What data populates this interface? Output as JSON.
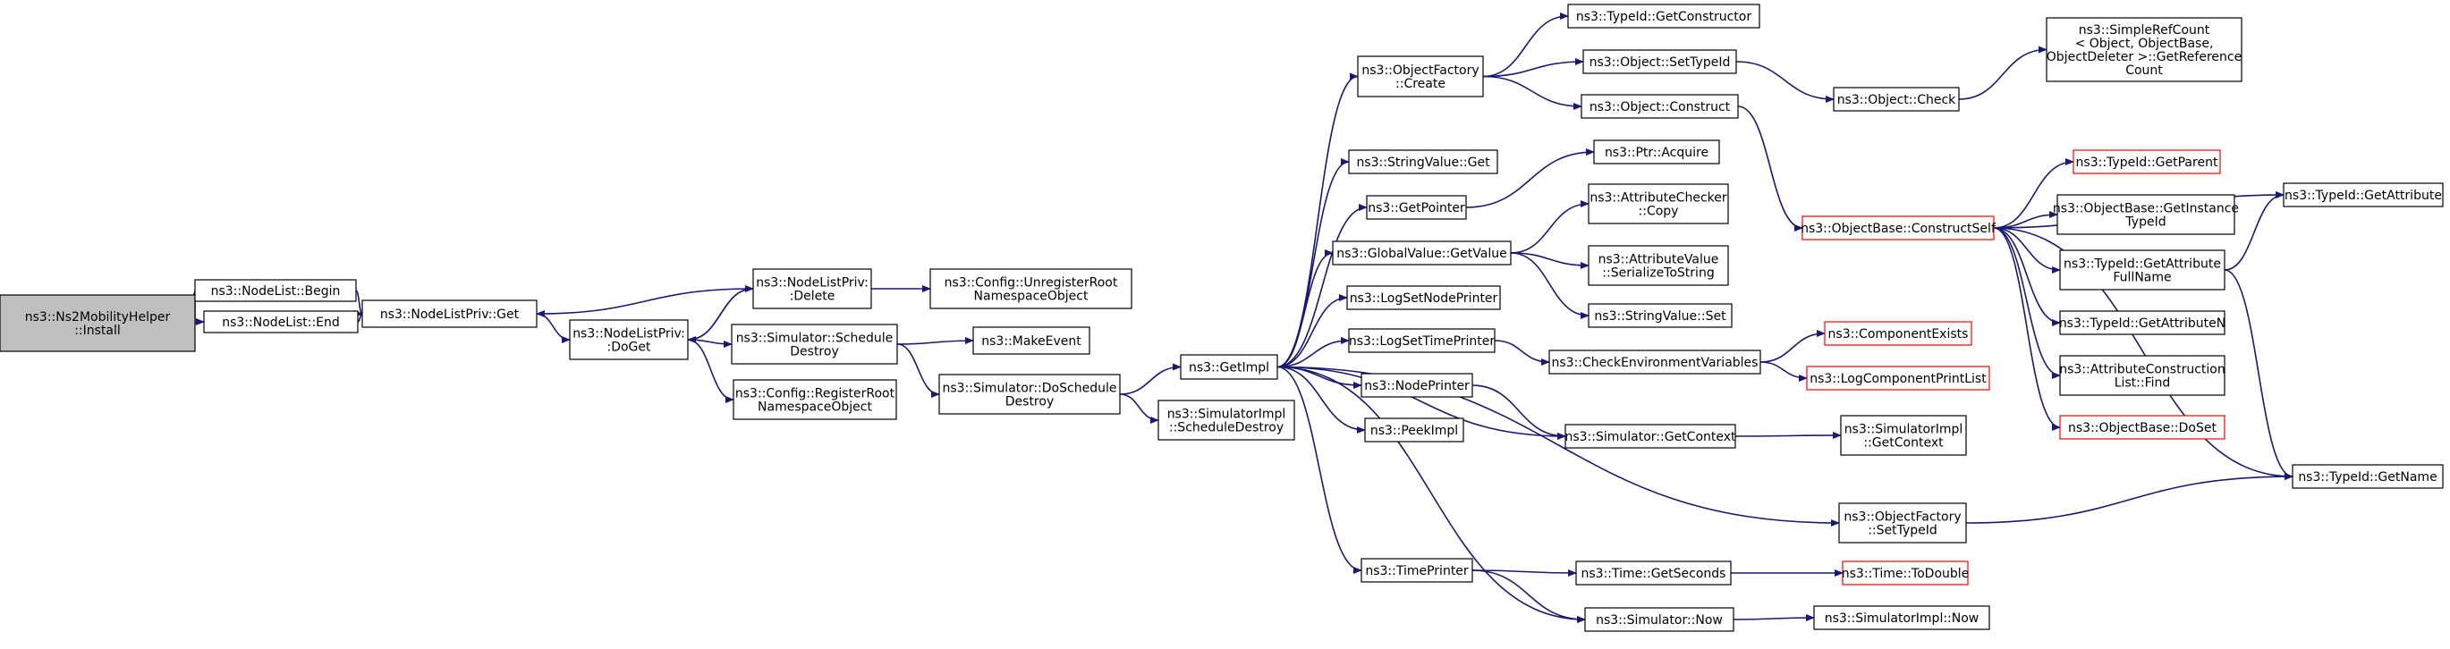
{
  "colors": {
    "edge": "#191970",
    "node_border": "#000000",
    "node_border_truncated": "#ff0000",
    "node_fill": "#ffffff",
    "root_fill": "#bfbfbf"
  },
  "graph": {
    "nodes": [
      {
        "id": "install",
        "lines": [
          "ns3::Ns2MobilityHelper",
          "::Install"
        ],
        "style": "root"
      },
      {
        "id": "nl_begin",
        "lines": [
          "ns3::NodeList::Begin"
        ]
      },
      {
        "id": "nl_end",
        "lines": [
          "ns3::NodeList::End"
        ]
      },
      {
        "id": "nlp_get",
        "lines": [
          "ns3::NodeListPriv::Get"
        ]
      },
      {
        "id": "nlp_doget",
        "lines": [
          "ns3::NodeListPriv:",
          ":DoGet"
        ]
      },
      {
        "id": "nlp_delete",
        "lines": [
          "ns3::NodeListPriv:",
          ":Delete"
        ]
      },
      {
        "id": "sim_schedule_destroy",
        "lines": [
          "ns3::Simulator::Schedule",
          "Destroy"
        ]
      },
      {
        "id": "cfg_register",
        "lines": [
          "ns3::Config::RegisterRoot",
          "NamespaceObject"
        ]
      },
      {
        "id": "cfg_unregister",
        "lines": [
          "ns3::Config::UnregisterRoot",
          "NamespaceObject"
        ]
      },
      {
        "id": "make_event",
        "lines": [
          "ns3::MakeEvent"
        ]
      },
      {
        "id": "sim_do_schedule_destroy",
        "lines": [
          "ns3::Simulator::DoSchedule",
          "Destroy"
        ]
      },
      {
        "id": "simimpl_schedule_destroy",
        "lines": [
          "ns3::SimulatorImpl",
          "::ScheduleDestroy"
        ]
      },
      {
        "id": "get_impl",
        "lines": [
          "ns3::GetImpl"
        ]
      },
      {
        "id": "of_create",
        "lines": [
          "ns3::ObjectFactory",
          "::Create"
        ]
      },
      {
        "id": "sv_get",
        "lines": [
          "ns3::StringValue::Get"
        ]
      },
      {
        "id": "get_pointer",
        "lines": [
          "ns3::GetPointer"
        ]
      },
      {
        "id": "gv_getvalue",
        "lines": [
          "ns3::GlobalValue::GetValue"
        ]
      },
      {
        "id": "log_node_printer",
        "lines": [
          "ns3::LogSetNodePrinter"
        ]
      },
      {
        "id": "log_time_printer",
        "lines": [
          "ns3::LogSetTimePrinter"
        ]
      },
      {
        "id": "node_printer",
        "lines": [
          "ns3::NodePrinter"
        ]
      },
      {
        "id": "peek_impl",
        "lines": [
          "ns3::PeekImpl"
        ]
      },
      {
        "id": "time_printer",
        "lines": [
          "ns3::TimePrinter"
        ]
      },
      {
        "id": "tid_get_constructor",
        "lines": [
          "ns3::TypeId::GetConstructor"
        ]
      },
      {
        "id": "obj_set_typeid",
        "lines": [
          "ns3::Object::SetTypeId"
        ]
      },
      {
        "id": "obj_construct",
        "lines": [
          "ns3::Object::Construct"
        ]
      },
      {
        "id": "ptr_acquire",
        "lines": [
          "ns3::Ptr::Acquire"
        ]
      },
      {
        "id": "ac_copy",
        "lines": [
          "ns3::AttributeChecker",
          "::Copy"
        ]
      },
      {
        "id": "av_serialize",
        "lines": [
          "ns3::AttributeValue",
          "::SerializeToString"
        ]
      },
      {
        "id": "sv_set",
        "lines": [
          "ns3::StringValue::Set"
        ]
      },
      {
        "id": "check_env",
        "lines": [
          "ns3::CheckEnvironmentVariables"
        ]
      },
      {
        "id": "sim_get_context",
        "lines": [
          "ns3::Simulator::GetContext"
        ]
      },
      {
        "id": "time_get_seconds",
        "lines": [
          "ns3::Time::GetSeconds"
        ]
      },
      {
        "id": "sim_now",
        "lines": [
          "ns3::Simulator::Now"
        ]
      },
      {
        "id": "obj_check",
        "lines": [
          "ns3::Object::Check"
        ]
      },
      {
        "id": "simple_ref_count",
        "lines": [
          "ns3::SimpleRefCount",
          "< Object, ObjectBase,",
          "ObjectDeleter >::GetReference",
          "Count"
        ]
      },
      {
        "id": "ob_construct_self",
        "lines": [
          "ns3::ObjectBase::ConstructSelf"
        ],
        "style": "truncated"
      },
      {
        "id": "component_exists",
        "lines": [
          "ns3::ComponentExists"
        ],
        "style": "truncated"
      },
      {
        "id": "log_component_print_list",
        "lines": [
          "ns3::LogComponentPrintList"
        ],
        "style": "truncated"
      },
      {
        "id": "simimpl_get_context",
        "lines": [
          "ns3::SimulatorImpl",
          "::GetContext"
        ]
      },
      {
        "id": "of_set_typeid",
        "lines": [
          "ns3::ObjectFactory",
          "::SetTypeId"
        ]
      },
      {
        "id": "time_to_double",
        "lines": [
          "ns3::Time::ToDouble"
        ],
        "style": "truncated"
      },
      {
        "id": "simimpl_now",
        "lines": [
          "ns3::SimulatorImpl::Now"
        ]
      },
      {
        "id": "tid_get_parent",
        "lines": [
          "ns3::TypeId::GetParent"
        ],
        "style": "truncated"
      },
      {
        "id": "ob_get_instance_typeid",
        "lines": [
          "ns3::ObjectBase::GetInstance",
          "TypeId"
        ]
      },
      {
        "id": "tid_get_attr_fullname",
        "lines": [
          "ns3::TypeId::GetAttribute",
          "FullName"
        ]
      },
      {
        "id": "tid_get_attr_n",
        "lines": [
          "ns3::TypeId::GetAttributeN"
        ]
      },
      {
        "id": "acl_find",
        "lines": [
          "ns3::AttributeConstruction",
          "List::Find"
        ]
      },
      {
        "id": "ob_doset",
        "lines": [
          "ns3::ObjectBase::DoSet"
        ],
        "style": "truncated"
      },
      {
        "id": "tid_get_attribute",
        "lines": [
          "ns3::TypeId::GetAttribute"
        ]
      },
      {
        "id": "tid_get_name",
        "lines": [
          "ns3::TypeId::GetName"
        ]
      }
    ],
    "edges": [
      [
        "install",
        "nl_begin"
      ],
      [
        "install",
        "nl_end"
      ],
      [
        "nl_begin",
        "nlp_get"
      ],
      [
        "nl_end",
        "nlp_get"
      ],
      [
        "nlp_get",
        "nlp_doget"
      ],
      [
        "nlp_doget",
        "nlp_delete"
      ],
      [
        "nlp_delete",
        "nlp_get"
      ],
      [
        "nlp_delete",
        "nlp_doget"
      ],
      [
        "nlp_delete",
        "cfg_unregister"
      ],
      [
        "nlp_doget",
        "sim_schedule_destroy"
      ],
      [
        "nlp_doget",
        "cfg_register"
      ],
      [
        "sim_schedule_destroy",
        "make_event"
      ],
      [
        "sim_schedule_destroy",
        "sim_do_schedule_destroy"
      ],
      [
        "sim_do_schedule_destroy",
        "get_impl"
      ],
      [
        "sim_do_schedule_destroy",
        "simimpl_schedule_destroy"
      ],
      [
        "get_impl",
        "of_create"
      ],
      [
        "get_impl",
        "sv_get"
      ],
      [
        "get_impl",
        "get_pointer"
      ],
      [
        "get_impl",
        "gv_getvalue"
      ],
      [
        "get_impl",
        "log_node_printer"
      ],
      [
        "get_impl",
        "log_time_printer"
      ],
      [
        "get_impl",
        "node_printer"
      ],
      [
        "get_impl",
        "peek_impl"
      ],
      [
        "get_impl",
        "time_printer"
      ],
      [
        "get_impl",
        "of_set_typeid"
      ],
      [
        "get_impl",
        "sim_get_context"
      ],
      [
        "get_impl",
        "sim_now"
      ],
      [
        "of_create",
        "tid_get_constructor"
      ],
      [
        "of_create",
        "obj_set_typeid"
      ],
      [
        "of_create",
        "obj_construct"
      ],
      [
        "obj_set_typeid",
        "obj_check"
      ],
      [
        "obj_check",
        "simple_ref_count"
      ],
      [
        "obj_construct",
        "ob_construct_self"
      ],
      [
        "get_pointer",
        "ptr_acquire"
      ],
      [
        "gv_getvalue",
        "ac_copy"
      ],
      [
        "gv_getvalue",
        "av_serialize"
      ],
      [
        "gv_getvalue",
        "sv_set"
      ],
      [
        "log_time_printer",
        "check_env"
      ],
      [
        "check_env",
        "component_exists"
      ],
      [
        "check_env",
        "log_component_print_list"
      ],
      [
        "node_printer",
        "sim_get_context"
      ],
      [
        "sim_get_context",
        "simimpl_get_context"
      ],
      [
        "time_printer",
        "time_get_seconds"
      ],
      [
        "time_printer",
        "sim_now"
      ],
      [
        "time_get_seconds",
        "time_to_double"
      ],
      [
        "sim_now",
        "simimpl_now"
      ],
      [
        "of_set_typeid",
        "tid_get_name"
      ],
      [
        "ob_construct_self",
        "tid_get_parent"
      ],
      [
        "ob_construct_self",
        "ob_get_instance_typeid"
      ],
      [
        "ob_construct_self",
        "tid_get_attr_fullname"
      ],
      [
        "ob_construct_self",
        "tid_get_attr_n"
      ],
      [
        "ob_construct_self",
        "acl_find"
      ],
      [
        "ob_construct_self",
        "ob_doset"
      ],
      [
        "ob_construct_self",
        "tid_get_attribute"
      ],
      [
        "ob_construct_self",
        "tid_get_name"
      ],
      [
        "tid_get_attr_fullname",
        "tid_get_attribute"
      ],
      [
        "tid_get_attr_fullname",
        "tid_get_name"
      ]
    ]
  }
}
